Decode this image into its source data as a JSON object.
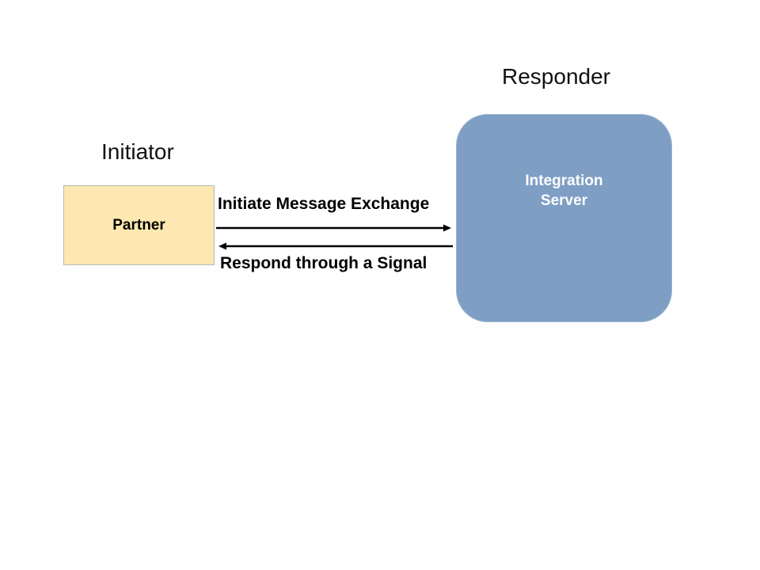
{
  "initiator": {
    "role_label": "Initiator",
    "node_label": "Partner"
  },
  "responder": {
    "role_label": "Responder",
    "node_label_line1": "Integration",
    "node_label_line2": "Server"
  },
  "messages": {
    "request_label": "Initiate Message Exchange",
    "response_label": "Respond through a Signal"
  },
  "colors": {
    "partner_fill": "#fce8b0",
    "server_fill": "#7e9ec4",
    "arrow": "#000000"
  }
}
